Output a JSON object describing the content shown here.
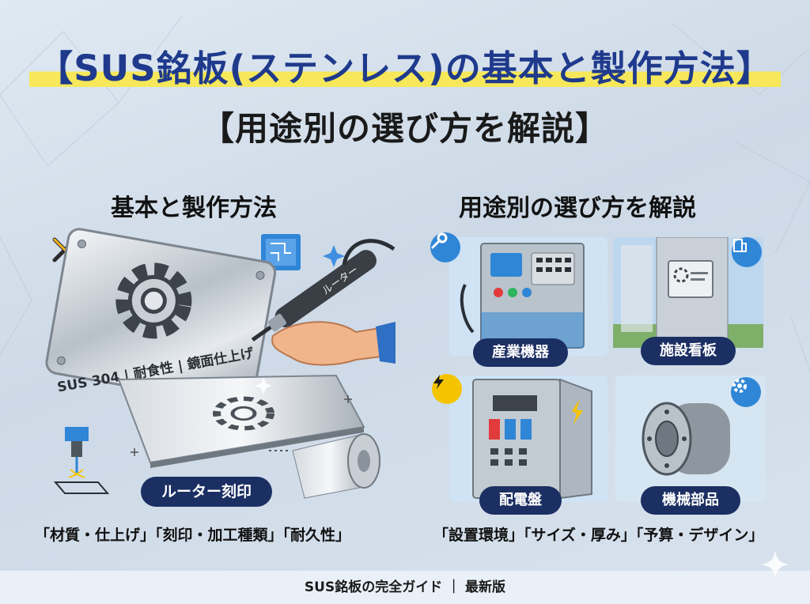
{
  "title": {
    "line1": "【SUS銘板(ステンレス)の基本と製作方法】",
    "line2": "【用途別の選び方を解説】"
  },
  "left_section": {
    "heading": "基本と製作方法",
    "plate_text": "SUS 304 | 耐食性 | 鏡面仕上げ",
    "tool_text": "ルーター",
    "badge": "ルーター刻印",
    "caption": "「材質・仕上げ」「刻印・加工種類」「耐久性」"
  },
  "right_section": {
    "heading": "用途別の選び方を解説",
    "cards": [
      {
        "label": "産業機器",
        "icon": "wrench-icon"
      },
      {
        "label": "施設看板",
        "icon": "building-icon"
      },
      {
        "label": "配電盤",
        "icon": "lightning-icon"
      },
      {
        "label": "機械部品",
        "icon": "gear-icon"
      }
    ],
    "caption": "「設置環境」「サイズ・厚み」「予算・デザイン」"
  },
  "footer": {
    "text": "SUS銘板の完全ガイド ｜ 最新版"
  },
  "colors": {
    "navy": "#1c2f63",
    "title_blue": "#1f3a8c",
    "highlight_yellow": "#f6e85a",
    "icon_blue": "#2f86d6",
    "icon_yellow": "#f5c400"
  }
}
